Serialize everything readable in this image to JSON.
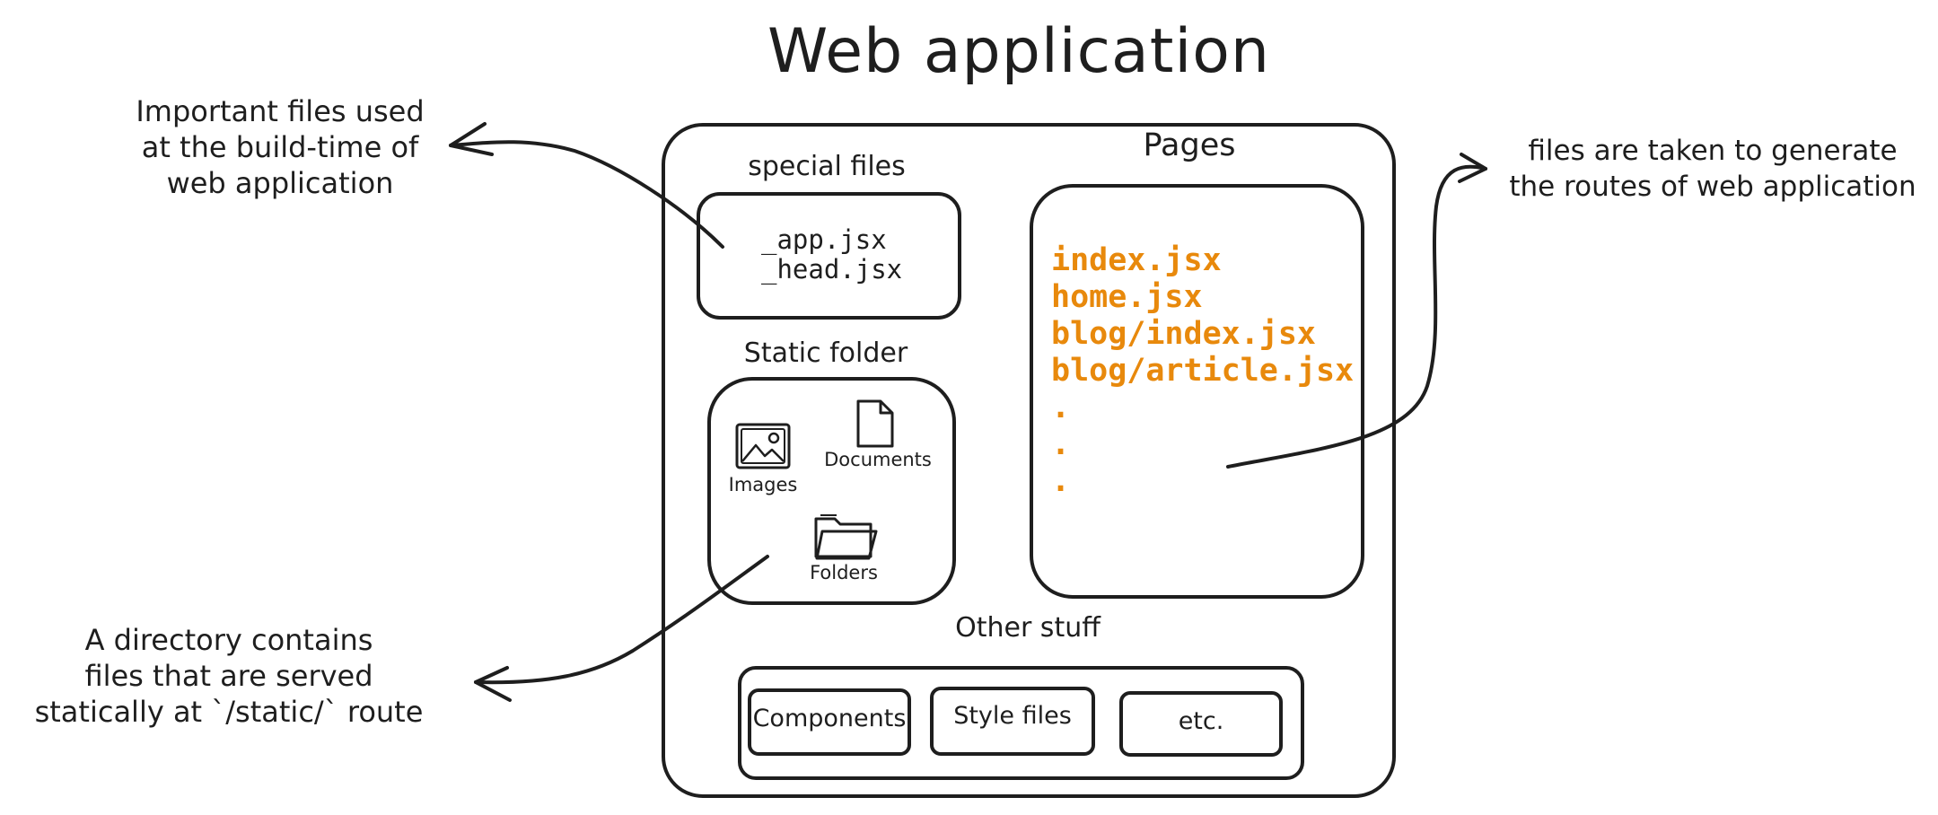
{
  "title": "Web application",
  "notes": {
    "build_time": [
      "Important files used",
      "at the build-time of",
      "web application"
    ],
    "routes": [
      "files are taken to generate",
      "the routes of web application"
    ],
    "static": [
      "A directory contains",
      "files that are served",
      "statically at `/static/` route"
    ]
  },
  "special_files": {
    "heading": "special files",
    "files": [
      "_app.jsx",
      "_head.jsx"
    ]
  },
  "static_folder": {
    "heading": "Static folder",
    "items": [
      {
        "label": "Images",
        "icon": "image-icon"
      },
      {
        "label": "Documents",
        "icon": "document-icon"
      },
      {
        "label": "Folders",
        "icon": "folder-icon"
      }
    ]
  },
  "pages": {
    "heading": "Pages",
    "files": [
      "index.jsx",
      "home.jsx",
      "blog/index.jsx",
      "blog/article.jsx",
      ".",
      ".",
      "."
    ],
    "color": "#e8890c"
  },
  "other_stuff": {
    "heading": "Other stuff",
    "items": [
      "Components",
      "Style files",
      "etc."
    ]
  }
}
